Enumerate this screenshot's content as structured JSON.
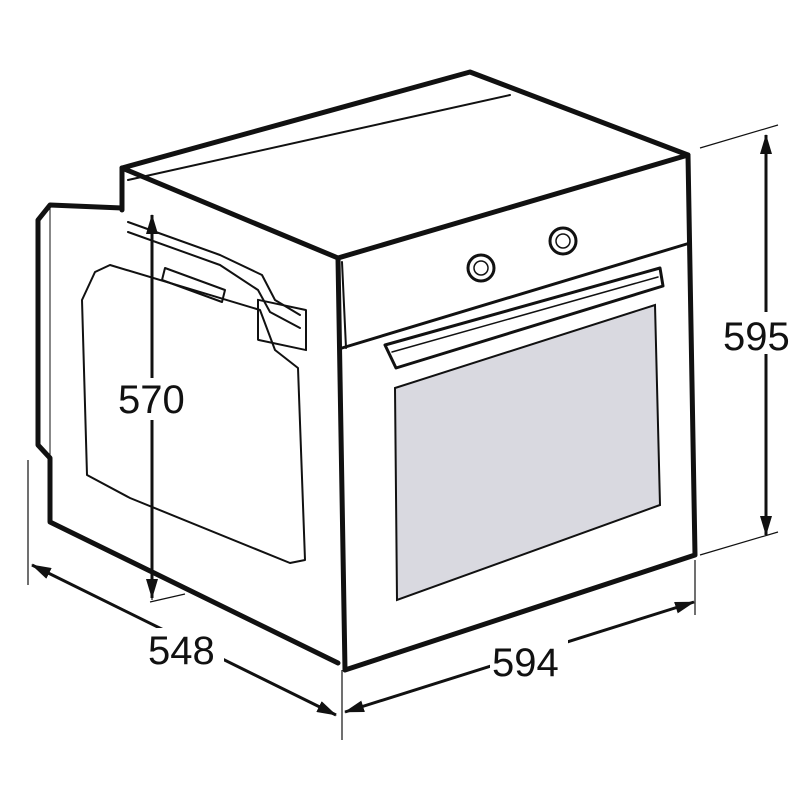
{
  "dimensions": {
    "height_total": "595",
    "height_niche": "570",
    "width": "594",
    "depth": "548"
  },
  "colors": {
    "stroke": "#111111",
    "window_fill": "#d9d9e0",
    "background": "#ffffff"
  }
}
